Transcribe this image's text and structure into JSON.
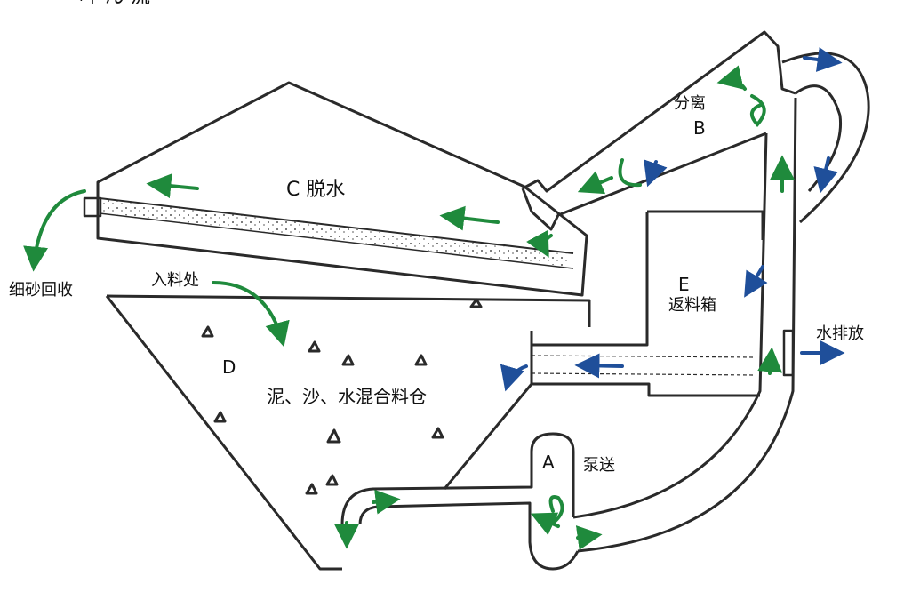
{
  "title_fragment": "ー 吽 ん 流",
  "labels": {
    "dewater": "C 脱水",
    "separate": "分离",
    "separate_letter": "B",
    "feed_point": "入料处",
    "fine_sand": "细砂回收",
    "return_box_letter": "E",
    "return_box": "返料箱",
    "water_discharge": "水排放",
    "bin_letter": "D",
    "bin": "泥、沙、水混合料仓",
    "pump_letter": "A",
    "pump": "泵送"
  },
  "colors": {
    "outline": "#2a2a2a",
    "flow_green": "#1f8a3c",
    "flow_blue": "#1f4f9a",
    "background": "#ffffff"
  }
}
